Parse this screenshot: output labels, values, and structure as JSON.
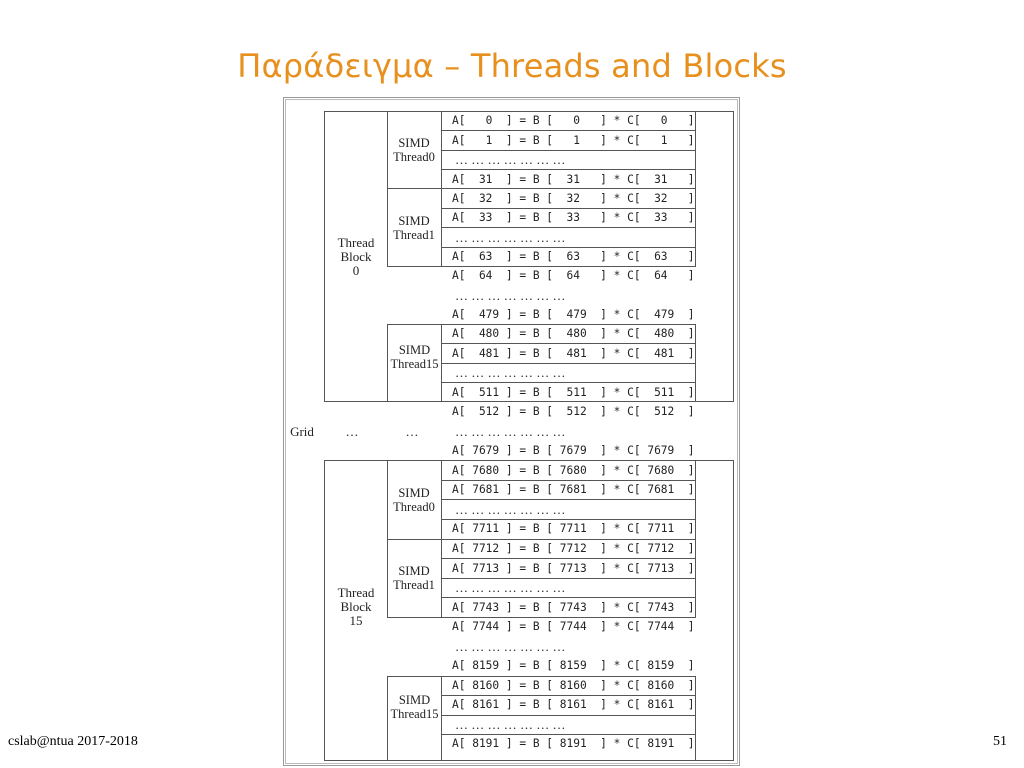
{
  "slide": {
    "title": "Παράδειγμα – Threads and Blocks",
    "footer_left": "cslab@ntua 2017-2018",
    "page_number": "51"
  },
  "diagram": {
    "grid_label": "Grid",
    "grid_ellipsis": "…",
    "block0_label_lines": [
      "Thread",
      "Block",
      "0"
    ],
    "block15_label_lines": [
      "Thread",
      "Block",
      "15"
    ],
    "simd_labels": {
      "t0": [
        "SIMD",
        "Thread0"
      ],
      "t1": [
        "SIMD",
        "Thread1"
      ],
      "t15": [
        "SIMD",
        "Thread15"
      ]
    },
    "rows": [
      {
        "kind": "eq",
        "text": "A[   0  ] = B [   0   ] * C[   0   ]"
      },
      {
        "kind": "eq",
        "text": "A[   1  ] = B [   1   ] * C[   1   ]"
      },
      {
        "kind": "dots",
        "text": "…      …       …        …        …       …   …"
      },
      {
        "kind": "eq",
        "text": "A[  31  ] = B [  31   ] * C[  31   ]"
      },
      {
        "kind": "eq",
        "text": "A[  32  ] = B [  32   ] * C[  32   ]"
      },
      {
        "kind": "eq",
        "text": "A[  33  ] = B [  33   ] * C[  33   ]"
      },
      {
        "kind": "dots",
        "text": "…      …       …        …        …       …   …"
      },
      {
        "kind": "eq",
        "text": "A[  63  ] = B [  63   ] * C[  63   ]"
      },
      {
        "kind": "eq",
        "text": "A[  64  ] = B [  64   ] * C[  64   ]"
      },
      {
        "kind": "dots",
        "text": "…      …       …        …        …       …   …"
      },
      {
        "kind": "eq",
        "text": "A[  479 ] = B [  479  ] * C[  479  ]"
      },
      {
        "kind": "eq",
        "text": "A[  480 ] = B [  480  ] * C[  480  ]"
      },
      {
        "kind": "eq",
        "text": "A[  481 ] = B [  481  ] * C[  481  ]"
      },
      {
        "kind": "dots",
        "text": "…      …       …        …        …       …   …"
      },
      {
        "kind": "eq",
        "text": "A[  511 ] = B [  511  ] * C[  511  ]"
      },
      {
        "kind": "eq",
        "text": "A[  512 ] = B [  512  ] * C[  512  ]"
      },
      {
        "kind": "dots",
        "text": "…      …       …        …        …       …   …"
      },
      {
        "kind": "eq",
        "text": "A[ 7679 ] = B [ 7679  ] * C[ 7679  ]"
      },
      {
        "kind": "eq",
        "text": "A[ 7680 ] = B [ 7680  ] * C[ 7680  ]"
      },
      {
        "kind": "eq",
        "text": "A[ 7681 ] = B [ 7681  ] * C[ 7681  ]"
      },
      {
        "kind": "dots",
        "text": "…      …       …        …        …       …   …"
      },
      {
        "kind": "eq",
        "text": "A[ 7711 ] = B [ 7711  ] * C[ 7711  ]"
      },
      {
        "kind": "eq",
        "text": "A[ 7712 ] = B [ 7712  ] * C[ 7712  ]"
      },
      {
        "kind": "eq",
        "text": "A[ 7713 ] = B [ 7713  ] * C[ 7713  ]"
      },
      {
        "kind": "dots",
        "text": "…      …       …        …        …       …   …"
      },
      {
        "kind": "eq",
        "text": "A[ 7743 ] = B [ 7743  ] * C[ 7743  ]"
      },
      {
        "kind": "eq",
        "text": "A[ 7744 ] = B [ 7744  ] * C[ 7744  ]"
      },
      {
        "kind": "dots",
        "text": "…      …       …        …        …       …   …"
      },
      {
        "kind": "eq",
        "text": "A[ 8159 ] = B [ 8159  ] * C[ 8159  ]"
      },
      {
        "kind": "eq",
        "text": "A[ 8160 ] = B [ 8160  ] * C[ 8160  ]"
      },
      {
        "kind": "eq",
        "text": "A[ 8161 ] = B [ 8161  ] * C[ 8161  ]"
      },
      {
        "kind": "dots",
        "text": "…      …       …        …        …       …   …"
      },
      {
        "kind": "eq",
        "text": "A[ 8191 ] = B [ 8191  ] * C[ 8191  ]"
      }
    ]
  }
}
